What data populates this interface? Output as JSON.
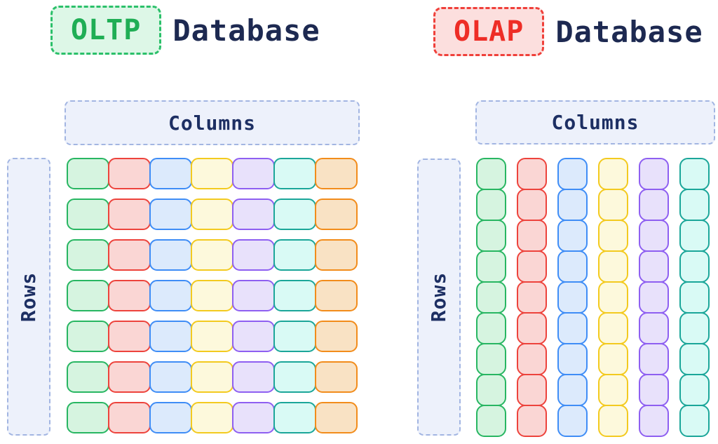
{
  "oltp": {
    "badge": "OLTP",
    "title": "Database",
    "columns_label": "Columns",
    "rows_label": "Rows",
    "orientation": "row-oriented",
    "grid": {
      "rows": 7,
      "columns": 7,
      "layout": "each row repeats the full color sequence left-to-right",
      "colors_in_order": [
        "green",
        "red",
        "blue",
        "yellow",
        "purple",
        "teal",
        "orange"
      ]
    }
  },
  "olap": {
    "badge": "OLAP",
    "title": "Database",
    "columns_label": "Columns",
    "rows_label": "Rows",
    "orientation": "column-oriented",
    "grid": {
      "columns": 6,
      "cells_per_column": 9,
      "layout": "each vertical column is one solid color stack",
      "colors_in_order": [
        "green",
        "red",
        "blue",
        "yellow",
        "purple",
        "teal"
      ]
    }
  },
  "palette": {
    "green": {
      "border": "#28b662",
      "fill": "#d6f4e0"
    },
    "red": {
      "border": "#ed433c",
      "fill": "#fad6d4"
    },
    "blue": {
      "border": "#3f8df6",
      "fill": "#dceafc"
    },
    "yellow": {
      "border": "#f3ca1f",
      "fill": "#fdf9dc"
    },
    "purple": {
      "border": "#8e5ff1",
      "fill": "#e8e1fb"
    },
    "teal": {
      "border": "#1ba699",
      "fill": "#d9faf5"
    },
    "orange": {
      "border": "#f28c1b",
      "fill": "#f9e2c4"
    }
  },
  "accent_colors": {
    "oltp_badge_text": "#1fae55",
    "oltp_badge_border": "#2bc06a",
    "oltp_badge_fill": "#ddf7e7",
    "olap_badge_text": "#ee2d26",
    "olap_badge_border": "#ef403a",
    "olap_badge_fill": "#fcdfde",
    "title_text": "#1d2951",
    "label_box_text": "#1d2f63",
    "label_box_border": "#a2b5e2",
    "label_box_fill": "#edf1fb"
  }
}
